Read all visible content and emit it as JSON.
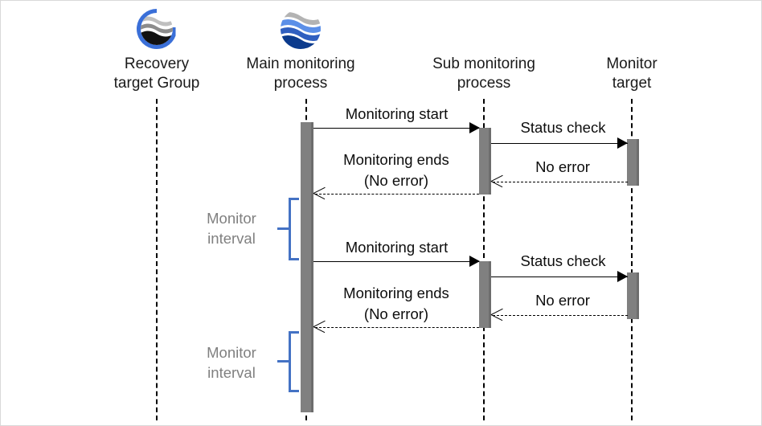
{
  "diagram": {
    "title": "Monitoring sequence diagram",
    "colors": {
      "activation_bar": "#808080",
      "brace": "#4472C4",
      "interval_text": "#808080",
      "lifeline": "#000000",
      "border": "#D9D9D9",
      "logo_blue": "#3A6FD8",
      "logo_navy": "#0B3A8C",
      "logo_gray": "#B3B3B3"
    },
    "participants": [
      {
        "id": "recovery-target-group",
        "label": "Recovery\ntarget Group",
        "icon": "globe-g-logo-icon",
        "has_icon": true
      },
      {
        "id": "main-monitoring-process",
        "label": "Main monitoring\nprocess",
        "icon": "globe-sphere-logo-icon",
        "has_icon": true
      },
      {
        "id": "sub-monitoring-process",
        "label": "Sub monitoring\nprocess",
        "icon": "",
        "has_icon": false
      },
      {
        "id": "monitor-target",
        "label": "Monitor\ntarget",
        "icon": "",
        "has_icon": false
      }
    ],
    "messages": [
      {
        "id": "monitoring-start-1",
        "label": "Monitoring start",
        "from": "main-monitoring-process",
        "to": "sub-monitoring-process",
        "style": "solid",
        "direction": "right"
      },
      {
        "id": "status-check-1",
        "label": "Status check",
        "from": "sub-monitoring-process",
        "to": "monitor-target",
        "style": "solid",
        "direction": "right"
      },
      {
        "id": "no-error-1",
        "label": "No error",
        "from": "monitor-target",
        "to": "sub-monitoring-process",
        "style": "dashed",
        "direction": "left"
      },
      {
        "id": "monitoring-ends-1",
        "label": "Monitoring ends\n(No error)",
        "from": "sub-monitoring-process",
        "to": "main-monitoring-process",
        "style": "dashed",
        "direction": "left"
      },
      {
        "id": "monitoring-start-2",
        "label": "Monitoring start",
        "from": "main-monitoring-process",
        "to": "sub-monitoring-process",
        "style": "solid",
        "direction": "right"
      },
      {
        "id": "status-check-2",
        "label": "Status check",
        "from": "sub-monitoring-process",
        "to": "monitor-target",
        "style": "solid",
        "direction": "right"
      },
      {
        "id": "no-error-2",
        "label": "No error",
        "from": "monitor-target",
        "to": "sub-monitoring-process",
        "style": "dashed",
        "direction": "left"
      },
      {
        "id": "monitoring-ends-2",
        "label": "Monitoring ends\n(No error)",
        "from": "sub-monitoring-process",
        "to": "main-monitoring-process",
        "style": "dashed",
        "direction": "left"
      }
    ],
    "intervals": [
      {
        "id": "monitor-interval-1",
        "label": "Monitor\ninterval"
      },
      {
        "id": "monitor-interval-2",
        "label": "Monitor\ninterval"
      }
    ]
  }
}
